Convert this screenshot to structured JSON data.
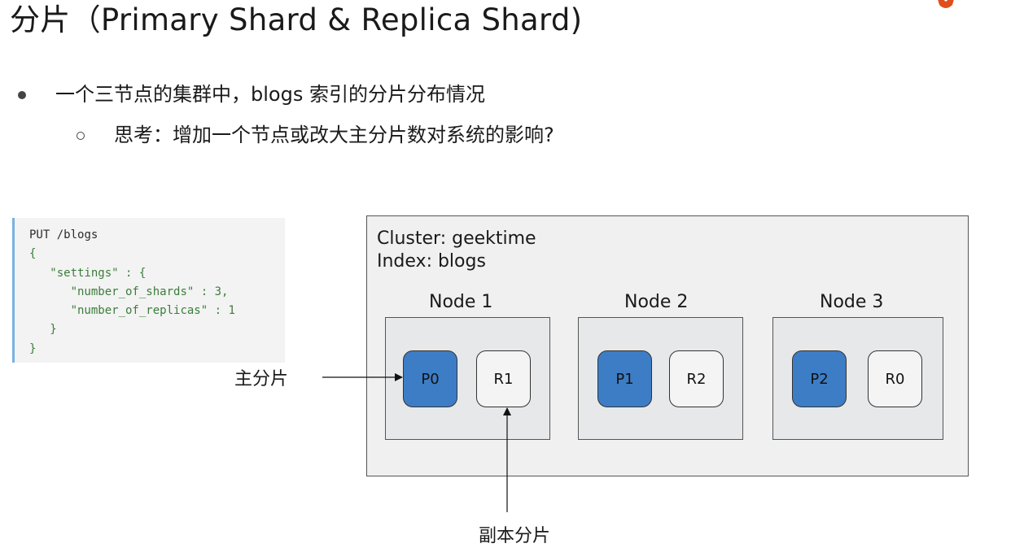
{
  "title": "分片（Primary Shard & Replica Shard)",
  "bullets": {
    "main": "一个三节点的集群中，blogs 索引的分片分布情况",
    "sub": "思考：增加一个节点或改大主分片数对系统的影响?"
  },
  "code": {
    "l1a": "PUT",
    "l1b": " /blogs",
    "l2": "{",
    "l3a": "\"settings\"",
    "l3b": " : {",
    "l4a": "\"number_of_shards\"",
    "l4b": " : ",
    "l4c": "3",
    "l4d": ",",
    "l5a": "\"number_of_replicas\"",
    "l5b": " : ",
    "l5c": "1",
    "l6": "}",
    "l7": "}"
  },
  "diagram": {
    "cluster_line": "Cluster: geektime",
    "index_line": "Index: blogs",
    "nodes": [
      {
        "label": "Node 1",
        "primary": "P0",
        "replica": "R1"
      },
      {
        "label": "Node 2",
        "primary": "P1",
        "replica": "R2"
      },
      {
        "label": "Node 3",
        "primary": "P2",
        "replica": "R0"
      }
    ],
    "primary_annotation": "主分片",
    "replica_annotation": "副本分片"
  },
  "colors": {
    "primary_shard": "#3d7dc6",
    "replica_shard": "#f4f4f4",
    "code_border": "#7ab2e0",
    "logo": "#e04e1b"
  }
}
